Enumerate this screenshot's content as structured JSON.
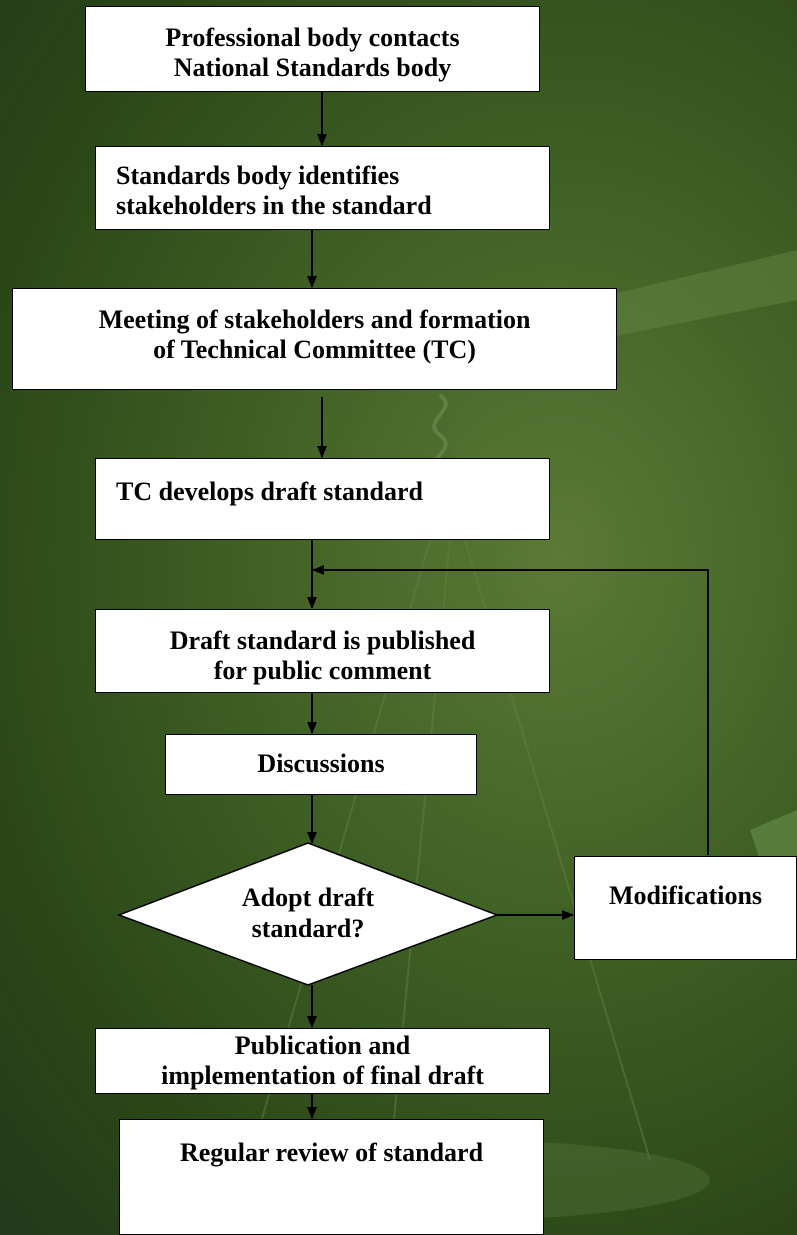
{
  "steps": {
    "professional_contact": {
      "line1": "Professional body contacts",
      "line2": "National Standards body"
    },
    "identify_stakeholders": {
      "line1": "Standards body identifies",
      "line2": "stakeholders in the standard"
    },
    "meeting_tc": {
      "line1": "Meeting of stakeholders and formation",
      "line2": "of Technical Committee (TC)"
    },
    "develop_draft": {
      "line1": "TC develops draft standard"
    },
    "publish_comment": {
      "line1": "Draft standard is published",
      "line2": "for public comment"
    },
    "discussions": {
      "line1": "Discussions"
    },
    "decision": {
      "line1": "Adopt draft",
      "line2": "standard?"
    },
    "modifications": {
      "line1": "Modifications"
    },
    "publication": {
      "line1": "Publication and",
      "line2": "implementation of final draft"
    },
    "review": {
      "line1": "Regular review of standard"
    }
  },
  "colors": {
    "background": "#3f6024",
    "box_fill": "#ffffff",
    "line": "#000000"
  }
}
